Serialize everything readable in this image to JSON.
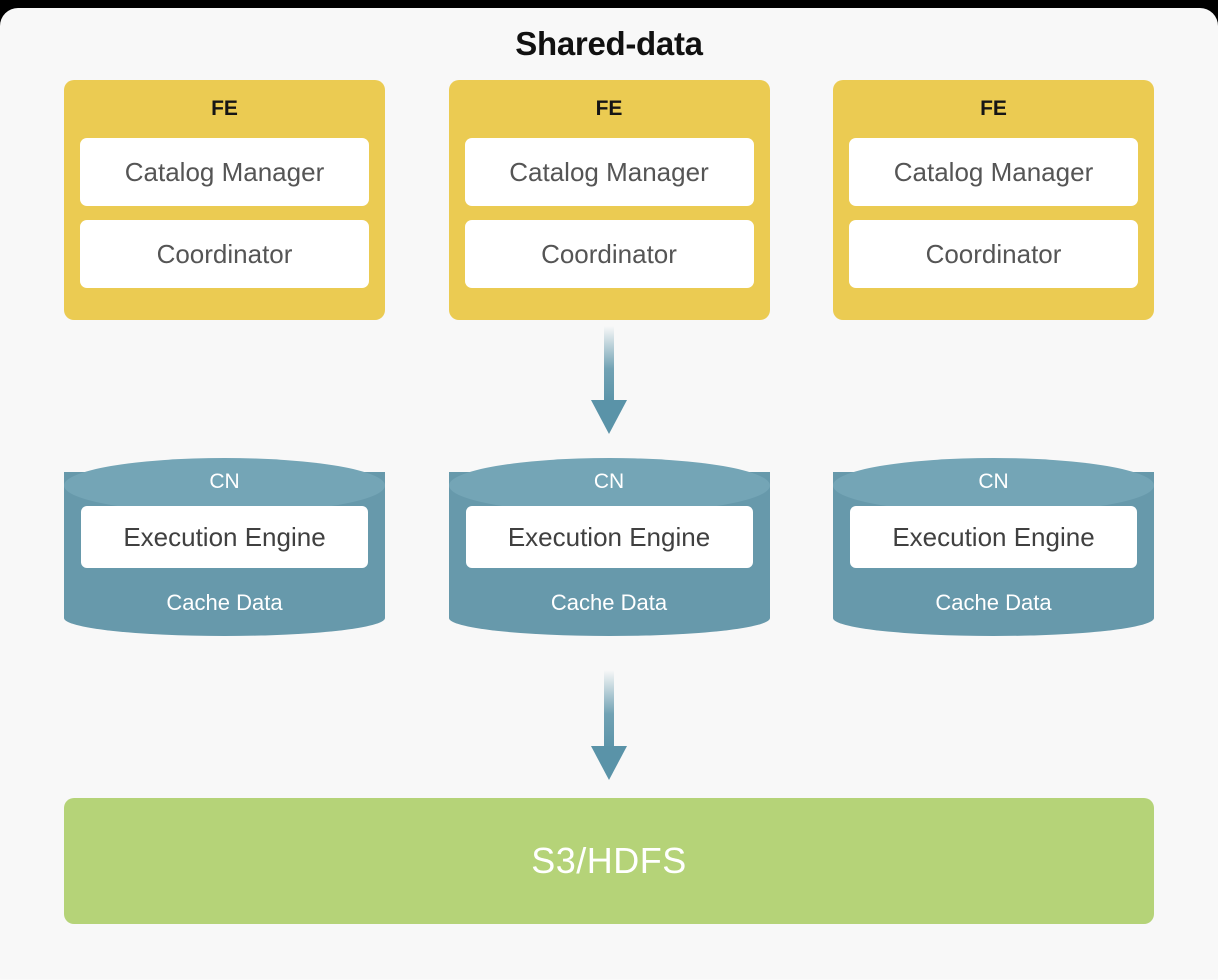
{
  "diagram": {
    "title": "Shared-data",
    "type": "architecture-block-diagram",
    "background_color": "#f8f8f8",
    "outer_background_color": "#000000"
  },
  "colors": {
    "fe_fill": "#ebcb52",
    "fe_text": "#151515",
    "cn_body_fill": "#6799ab",
    "cn_top_fill": "#74a5b6",
    "cn_text": "#ffffff",
    "inner_box_fill": "#ffffff",
    "inner_box_text": "#555555",
    "storage_fill": "#b5d378",
    "storage_text": "#ffffff",
    "arrow_color": "#5a93a8"
  },
  "fe_tier": {
    "label": "FE",
    "nodes": [
      {
        "title": "FE",
        "components": [
          "Catalog Manager",
          "Coordinator"
        ]
      },
      {
        "title": "FE",
        "components": [
          "Catalog Manager",
          "Coordinator"
        ]
      },
      {
        "title": "FE",
        "components": [
          "Catalog Manager",
          "Coordinator"
        ]
      }
    ]
  },
  "cn_tier": {
    "label": "CN",
    "nodes": [
      {
        "title": "CN",
        "engine": "Execution Engine",
        "cache": "Cache Data"
      },
      {
        "title": "CN",
        "engine": "Execution Engine",
        "cache": "Cache Data"
      },
      {
        "title": "CN",
        "engine": "Execution Engine",
        "cache": "Cache Data"
      }
    ]
  },
  "storage_tier": {
    "label": "S3/HDFS"
  },
  "connectors": [
    {
      "name": "fe-to-cn",
      "from": "fe_tier",
      "to": "cn_tier",
      "direction": "down",
      "style": "gradient-fade-arrow"
    },
    {
      "name": "cn-to-storage",
      "from": "cn_tier",
      "to": "storage_tier",
      "direction": "down",
      "style": "gradient-fade-arrow"
    }
  ]
}
